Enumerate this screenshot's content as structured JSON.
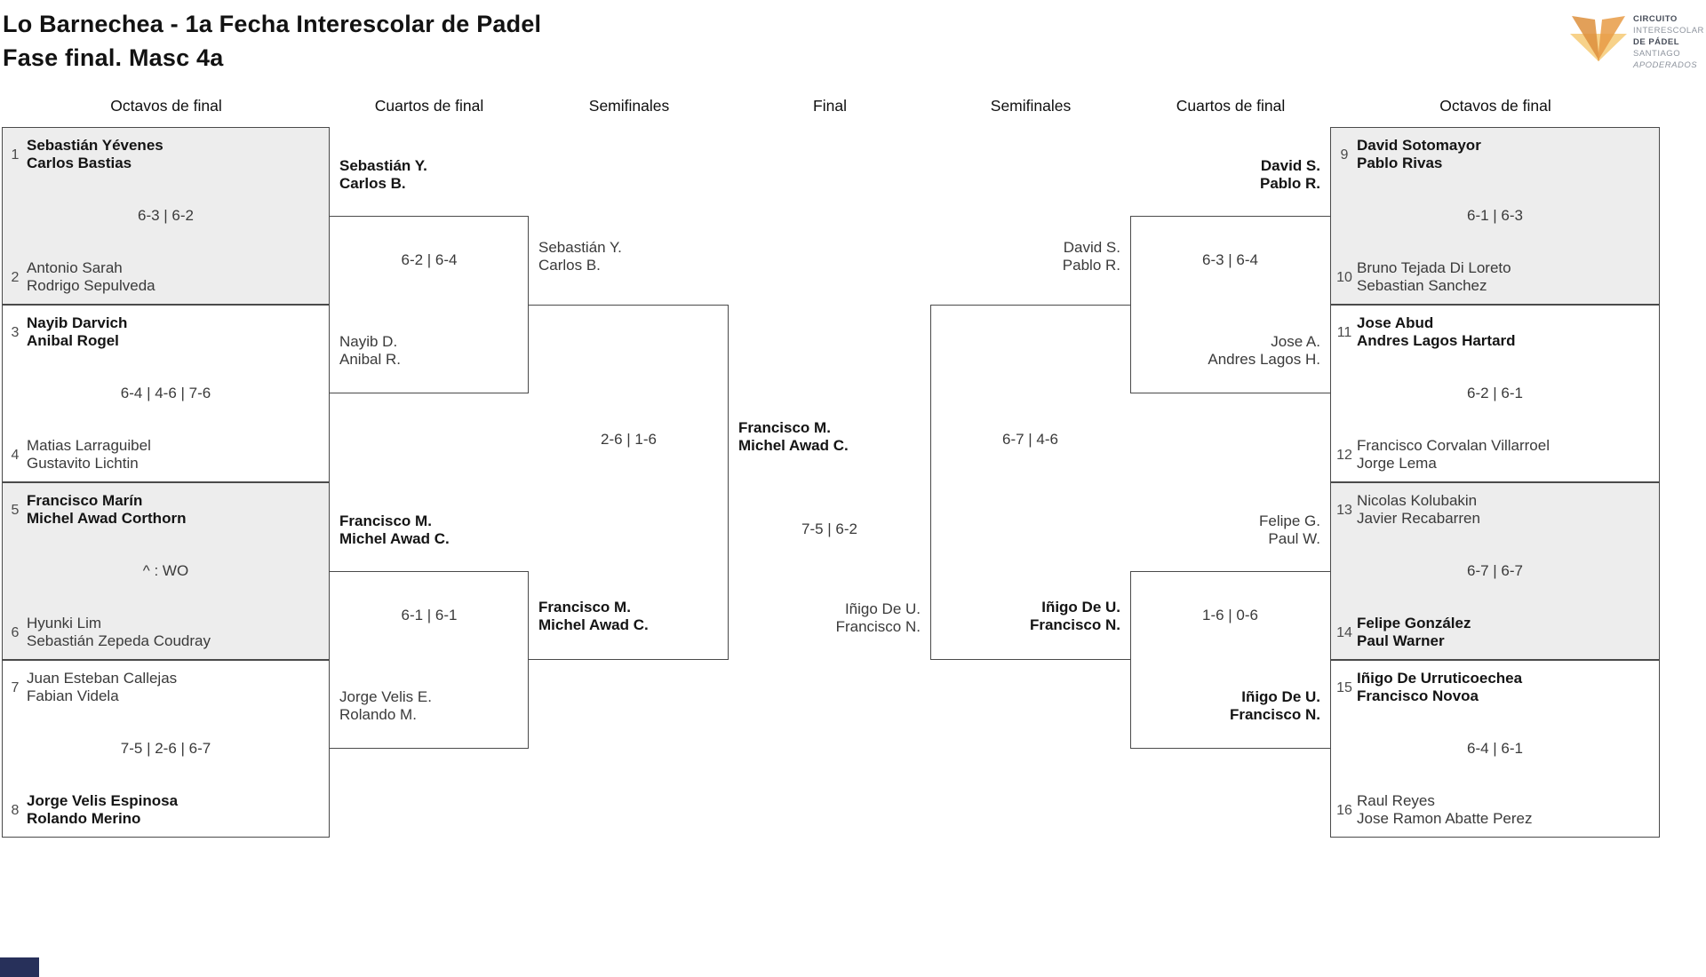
{
  "title": {
    "line1": "Lo Barnechea - 1a Fecha Interescolar de Padel",
    "line2": "Fase final. Masc 4a"
  },
  "round_headers": [
    "Octavos de final",
    "Cuartos de final",
    "Semifinales",
    "Final",
    "Semifinales",
    "Cuartos de final",
    "Octavos de final"
  ],
  "logo": {
    "lines": [
      "CIRCUITO",
      "INTERESCOLAR",
      "DE PÁDEL",
      "SANTIAGO",
      "APODERADOS"
    ],
    "colors": {
      "orange_dark": "#dd8f3c",
      "orange": "#e89b45",
      "gold_light": "#f7d28a",
      "text_dark": "#474d59",
      "text_gray": "#8e949e"
    }
  },
  "bracket": {
    "left_r16": [
      {
        "seed_a": "1",
        "a1": "Sebastián Yévenes",
        "a2": "Carlos Bastias",
        "score": "6-3 | 6-2",
        "seed_b": "2",
        "b1": "Antonio Sarah",
        "b2": "Rodrigo Sepulveda"
      },
      {
        "seed_a": "3",
        "a1": "Nayib Darvich",
        "a2": "Anibal Rogel",
        "score": "6-4 | 4-6 | 7-6",
        "seed_b": "4",
        "b1": "Matias Larraguibel",
        "b2": "Gustavito Lichtin"
      },
      {
        "seed_a": "5",
        "a1": "Francisco Marín",
        "a2": "Michel Awad Corthorn",
        "score": "^ : WO",
        "seed_b": "6",
        "b1": "Hyunki Lim",
        "b2": "Sebastián Zepeda Coudray"
      },
      {
        "seed_a": "7",
        "a1": "Juan Esteban Callejas",
        "a2": "Fabian Videla",
        "score": "7-5 | 2-6 | 6-7",
        "seed_b": "8",
        "b1": "Jorge Velis Espinosa",
        "b2": "Rolando Merino"
      }
    ],
    "left_qf": [
      {
        "a1": "Sebastián Y.",
        "a2": "Carlos B.",
        "score": "6-2 | 6-4",
        "b1": "Nayib D.",
        "b2": "Anibal R."
      },
      {
        "a1": "Francisco M.",
        "a2": "Michel Awad C.",
        "score": "6-1 | 6-1",
        "b1": "Jorge Velis E.",
        "b2": "Rolando M."
      }
    ],
    "left_sf": {
      "a1": "Sebastián Y.",
      "a2": "Carlos B.",
      "score": "2-6 | 1-6",
      "b1": "Francisco M.",
      "b2": "Michel Awad C."
    },
    "final": {
      "a1": "Francisco M.",
      "a2": "Michel Awad C.",
      "score": "7-5 | 6-2",
      "b1": "Iñigo De U.",
      "b2": "Francisco N."
    },
    "right_sf": {
      "a1": "David S.",
      "a2": "Pablo R.",
      "score": "6-7 | 4-6",
      "b1": "Iñigo De U.",
      "b2": "Francisco N."
    },
    "right_qf": [
      {
        "a1": "David S.",
        "a2": "Pablo R.",
        "score": "6-3 | 6-4",
        "b1": "Jose A.",
        "b2": "Andres Lagos H."
      },
      {
        "a1": "Felipe G.",
        "a2": "Paul W.",
        "score": "1-6 | 0-6",
        "b1": "Iñigo De U.",
        "b2": "Francisco N."
      }
    ],
    "right_r16": [
      {
        "seed_a": "9",
        "a1": "David Sotomayor",
        "a2": "Pablo Rivas",
        "score": "6-1 | 6-3",
        "seed_b": "10",
        "b1": "Bruno Tejada Di Loreto",
        "b2": "Sebastian Sanchez"
      },
      {
        "seed_a": "11",
        "a1": "Jose Abud",
        "a2": "Andres Lagos Hartard",
        "score": "6-2 | 6-1",
        "seed_b": "12",
        "b1": "Francisco Corvalan Villarroel",
        "b2": "Jorge Lema"
      },
      {
        "seed_a": "13",
        "a1": "Nicolas Kolubakin",
        "a2": "Javier Recabarren",
        "score": "6-7 | 6-7",
        "seed_b": "14",
        "b1": "Felipe González",
        "b2": "Paul Warner"
      },
      {
        "seed_a": "15",
        "a1": "Iñigo De Urruticoechea",
        "a2": "Francisco Novoa",
        "score": "6-4 | 6-1",
        "seed_b": "16",
        "b1": "Raul Reyes",
        "b2": "Jose Ramon Abatte Perez"
      }
    ]
  }
}
